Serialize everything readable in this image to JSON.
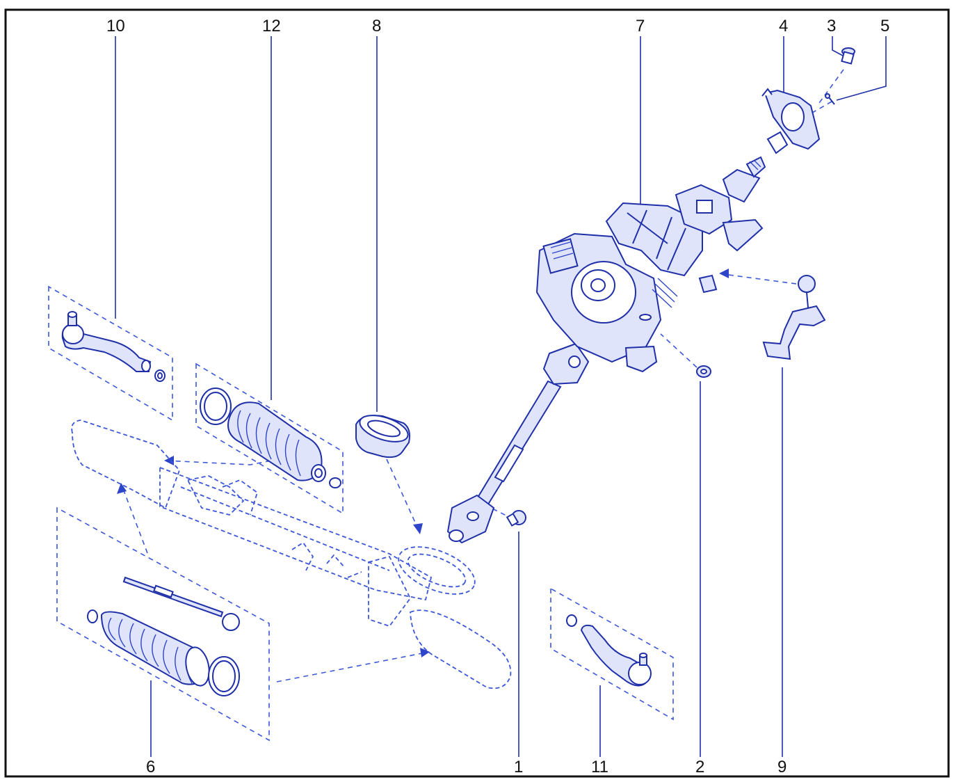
{
  "diagram": {
    "border_color": "#111111",
    "line_color": "#1f2fa8",
    "callouts": [
      {
        "id": "c10",
        "label": "10"
      },
      {
        "id": "c12",
        "label": "12"
      },
      {
        "id": "c8",
        "label": "8"
      },
      {
        "id": "c7",
        "label": "7"
      },
      {
        "id": "c4",
        "label": "4"
      },
      {
        "id": "c3",
        "label": "3"
      },
      {
        "id": "c5",
        "label": "5"
      },
      {
        "id": "c6",
        "label": "6"
      },
      {
        "id": "c1",
        "label": "1"
      },
      {
        "id": "c11",
        "label": "11"
      },
      {
        "id": "c2",
        "label": "2"
      },
      {
        "id": "c9",
        "label": "9"
      }
    ]
  }
}
